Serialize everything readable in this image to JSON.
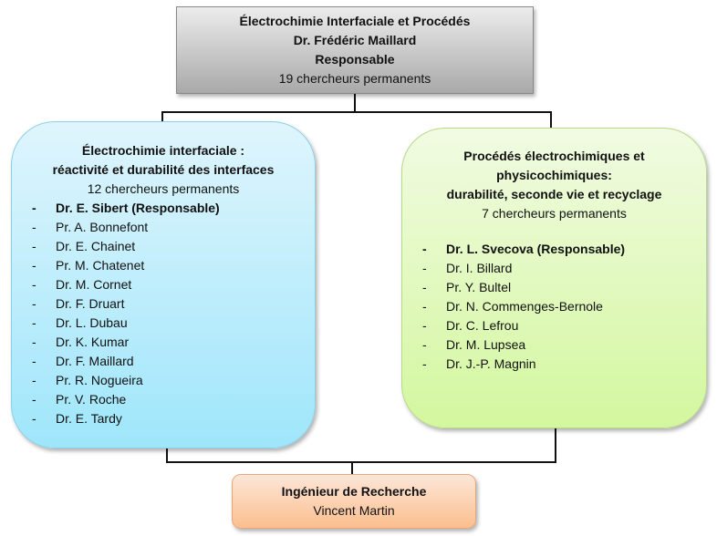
{
  "top": {
    "title": "Électrochimie Interfaciale et Procédés",
    "head": "Dr. Frédéric Maillard",
    "role": "Responsable",
    "count": "19 chercheurs permanents"
  },
  "left": {
    "title1": "Électrochimie interfaciale :",
    "title2": "réactivité et durabilité des interfaces",
    "count": "12 chercheurs permanents",
    "members": [
      "Dr. E. Sibert (Responsable)",
      "Pr. A. Bonnefont",
      "Dr. E. Chainet",
      "Pr. M. Chatenet",
      "Dr. M. Cornet",
      "Dr. F. Druart",
      "Dr. L. Dubau",
      "Dr. K. Kumar",
      "Dr. F. Maillard",
      "Pr. R. Nogueira",
      "Pr. V. Roche",
      "Dr. E. Tardy"
    ]
  },
  "right": {
    "title1": "Procédés électrochimiques et",
    "title2": "physicochimiques:",
    "title3": "durabilité, seconde vie et recyclage",
    "count": "7 chercheurs permanents",
    "members": [
      "Dr. L. Svecova (Responsable)",
      "Dr. I. Billard",
      "Pr. Y. Bultel",
      "Dr. N. Commenges-Bernole",
      "Dr. C. Lefrou",
      "Dr. M. Lupsea",
      "Dr. J.-P. Magnin"
    ]
  },
  "bottom": {
    "title": "Ingénieur de Recherche",
    "name": "Vincent Martin"
  },
  "dash": "-"
}
